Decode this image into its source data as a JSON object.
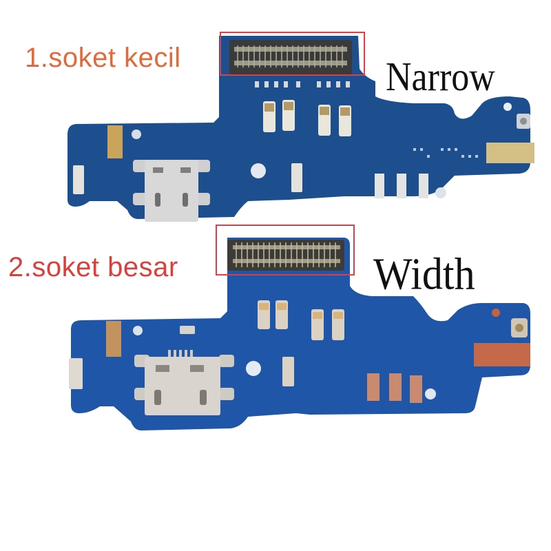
{
  "labels": {
    "top_socket": "1.soket kecil",
    "bottom_socket": "2.soket besar",
    "top_size": "Narrow",
    "bottom_size": "Width"
  },
  "colors": {
    "background": "#ffffff",
    "pcb_blue_top": "#1d4f8f",
    "pcb_blue_bottom": "#1f56a8",
    "highlight_box": "#d9414a",
    "label_1_color": "#e06a3c",
    "label_2_color": "#d8403c",
    "connector_dark": "#3a3a3a",
    "usb_port_silver": "#d8d8d8",
    "gold_pad": "#c9a45a",
    "copper_pad": "#c46a4a"
  },
  "boards": [
    {
      "name": "top-board",
      "socket_type": "small socket",
      "size": "Narrow"
    },
    {
      "name": "bottom-board",
      "socket_type": "large socket",
      "size": "Width"
    }
  ]
}
